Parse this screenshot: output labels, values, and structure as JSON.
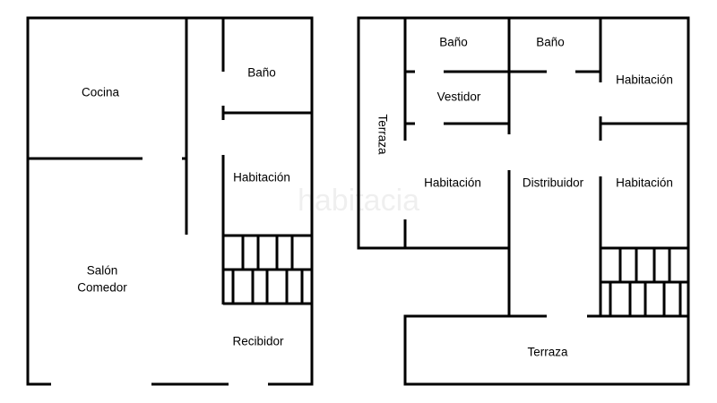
{
  "watermark": "habitacia",
  "colors": {
    "wall": "#000000",
    "background": "#ffffff"
  },
  "ground_floor": {
    "rooms": {
      "kitchen": "Cocina",
      "bathroom": "Baño",
      "bedroom": "Habitación",
      "living_line1": "Salón",
      "living_line2": "Comedor",
      "hall": "Recibidor"
    }
  },
  "upper_floor": {
    "rooms": {
      "terrace_side": "Terraza",
      "bathroom_1": "Baño",
      "bathroom_2": "Baño",
      "dressing_room": "Vestidor",
      "bedroom_top_right": "Habitación",
      "bedroom_left": "Habitación",
      "landing": "Distribuidor",
      "bedroom_right": "Habitación",
      "terrace_bottom": "Terraza"
    }
  }
}
